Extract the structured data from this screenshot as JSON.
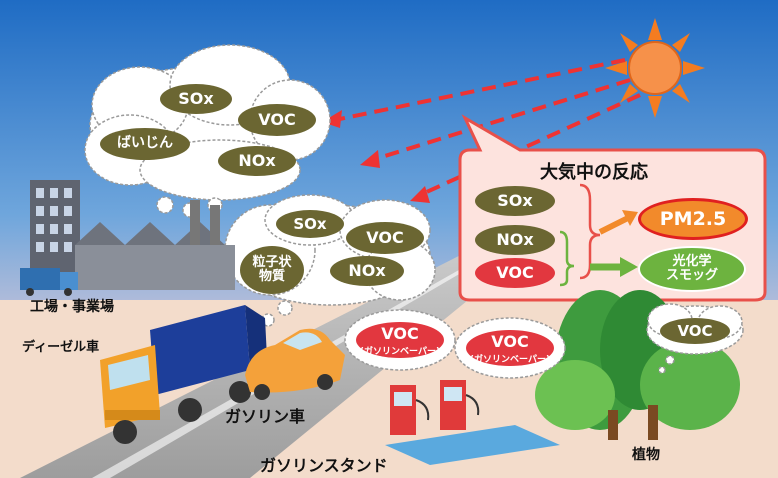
{
  "clouds": {
    "top": {
      "items": [
        "SOx",
        "VOC",
        "ばいじん",
        "NOx"
      ]
    },
    "middle": {
      "items": [
        "SOx",
        "VOC",
        "粒子状\n物質",
        "NOx"
      ]
    }
  },
  "reaction_panel": {
    "title": "大気中の反応",
    "inputs": [
      "SOx",
      "NOx",
      "VOC"
    ],
    "outputs": [
      "PM2.5",
      "光化学\nスモッグ"
    ]
  },
  "labels": {
    "factory": "工場・事業場",
    "diesel": "ディーゼル車",
    "gasoline_car": "ガソリン車",
    "gas_station": "ガソリンスタンド",
    "plants": "植物"
  },
  "gasoline_vapor": [
    {
      "voc": "VOC",
      "sub": "(ガソリンベーパー)"
    },
    {
      "voc": "VOC",
      "sub": "(ガソリンベーパー)"
    }
  ],
  "plant_voc": "VOC",
  "colors": {
    "sky_top": "#2f7fd0",
    "ground": "#f3d9c8",
    "olive": "#6b6632",
    "voc_red": "#e2373f",
    "pm_orange": "#f28a2b",
    "smog_green": "#6db33f",
    "panel_border": "#e8504a",
    "sun": "#f47c20"
  }
}
